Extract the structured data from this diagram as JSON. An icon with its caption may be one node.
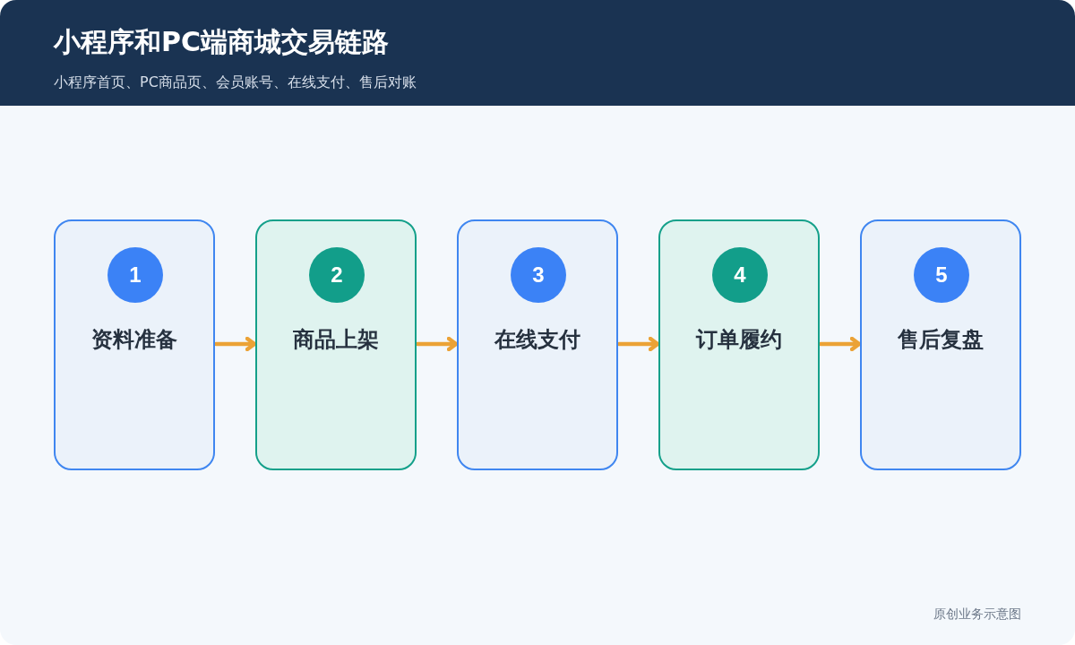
{
  "diagram": {
    "title": "小程序和PC端商城交易链路",
    "caption": "小程序首页、PC商品页、会员账号、在线支付、售后对账",
    "nodes": [
      {
        "text": [
          "资料准备"
        ]
      },
      {
        "text": [
          "1"
        ],
        "in": 0
      },
      {
        "text": [
          "商品上架"
        ]
      },
      {
        "text": [
          "2"
        ],
        "in": 2
      },
      {
        "text": [
          "在线支付"
        ]
      },
      {
        "text": [
          "3"
        ],
        "in": 4
      },
      {
        "text": [
          "订单履约"
        ]
      },
      {
        "text": [
          "4"
        ],
        "in": 6
      },
      {
        "text": [
          "售后复盘"
        ]
      },
      {
        "text": [
          "5"
        ],
        "in": 8
      }
    ],
    "edges": [
      {
        "from": 0,
        "to": 2,
        "arrow": "to"
      },
      {
        "from": 2,
        "to": 4,
        "arrow": "to"
      },
      {
        "from": 4,
        "to": 6,
        "arrow": "to"
      },
      {
        "from": 6,
        "to": 8,
        "arrow": "to"
      }
    ],
    "labels": [
      "原创业务示意图"
    ]
  }
}
